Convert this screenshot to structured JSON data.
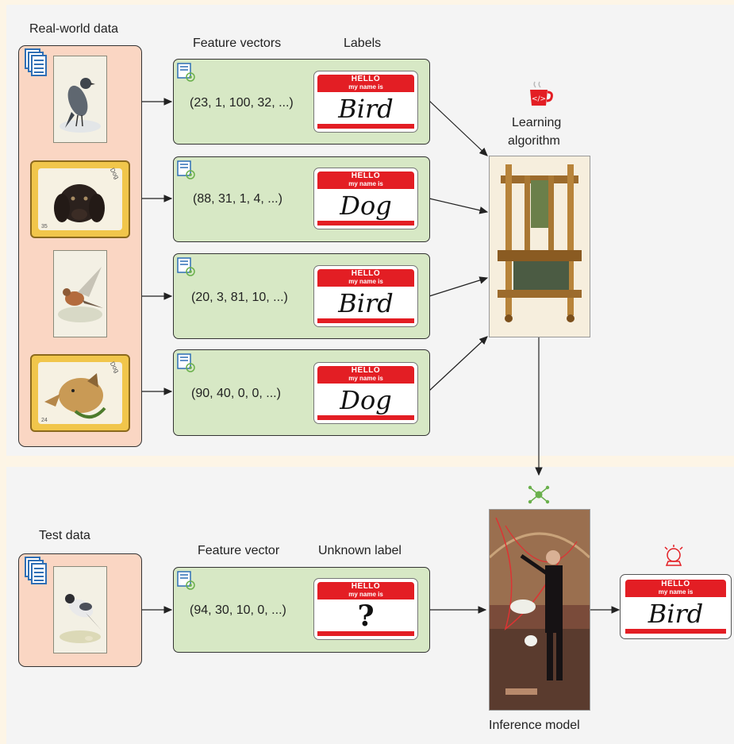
{
  "training": {
    "source_caption": "Real-world data",
    "features_caption": "Feature vectors",
    "labels_caption": "Labels",
    "rows": [
      {
        "vector": "(23, 1, 100, 32, ...)",
        "label": "Bird"
      },
      {
        "vector": "(88, 31, 1, 4, ...)",
        "label": "Dog"
      },
      {
        "vector": "(20, 3, 81, 10, ...)",
        "label": "Bird"
      },
      {
        "vector": "(90, 40, 0, 0, ...)",
        "label": "Dog"
      }
    ],
    "algorithm_caption_line1": "Learning",
    "algorithm_caption_line2": "algorithm"
  },
  "testing": {
    "source_caption": "Test data",
    "feature_caption": "Feature vector",
    "label_caption": "Unknown label",
    "vector": "(94, 30, 10, 0, ...)",
    "unknown_label": "?",
    "model_caption": "Inference model",
    "prediction": "Bird"
  },
  "name_tag": {
    "hello": "HELLO",
    "subtitle": "my name is"
  },
  "card_text": {
    "dog": "Dog",
    "num1": "35",
    "num2": "24"
  },
  "colors": {
    "source_panel": "#fad6c3",
    "feature_box": "#d7e8c5",
    "tag_red": "#e31e24",
    "icon_blue": "#2f6fb5",
    "icon_green": "#6ab04c"
  },
  "icons": [
    "documents-icon",
    "feature-vector-icon",
    "coffee-code-icon",
    "network-node-icon",
    "crystal-ball-icon"
  ]
}
